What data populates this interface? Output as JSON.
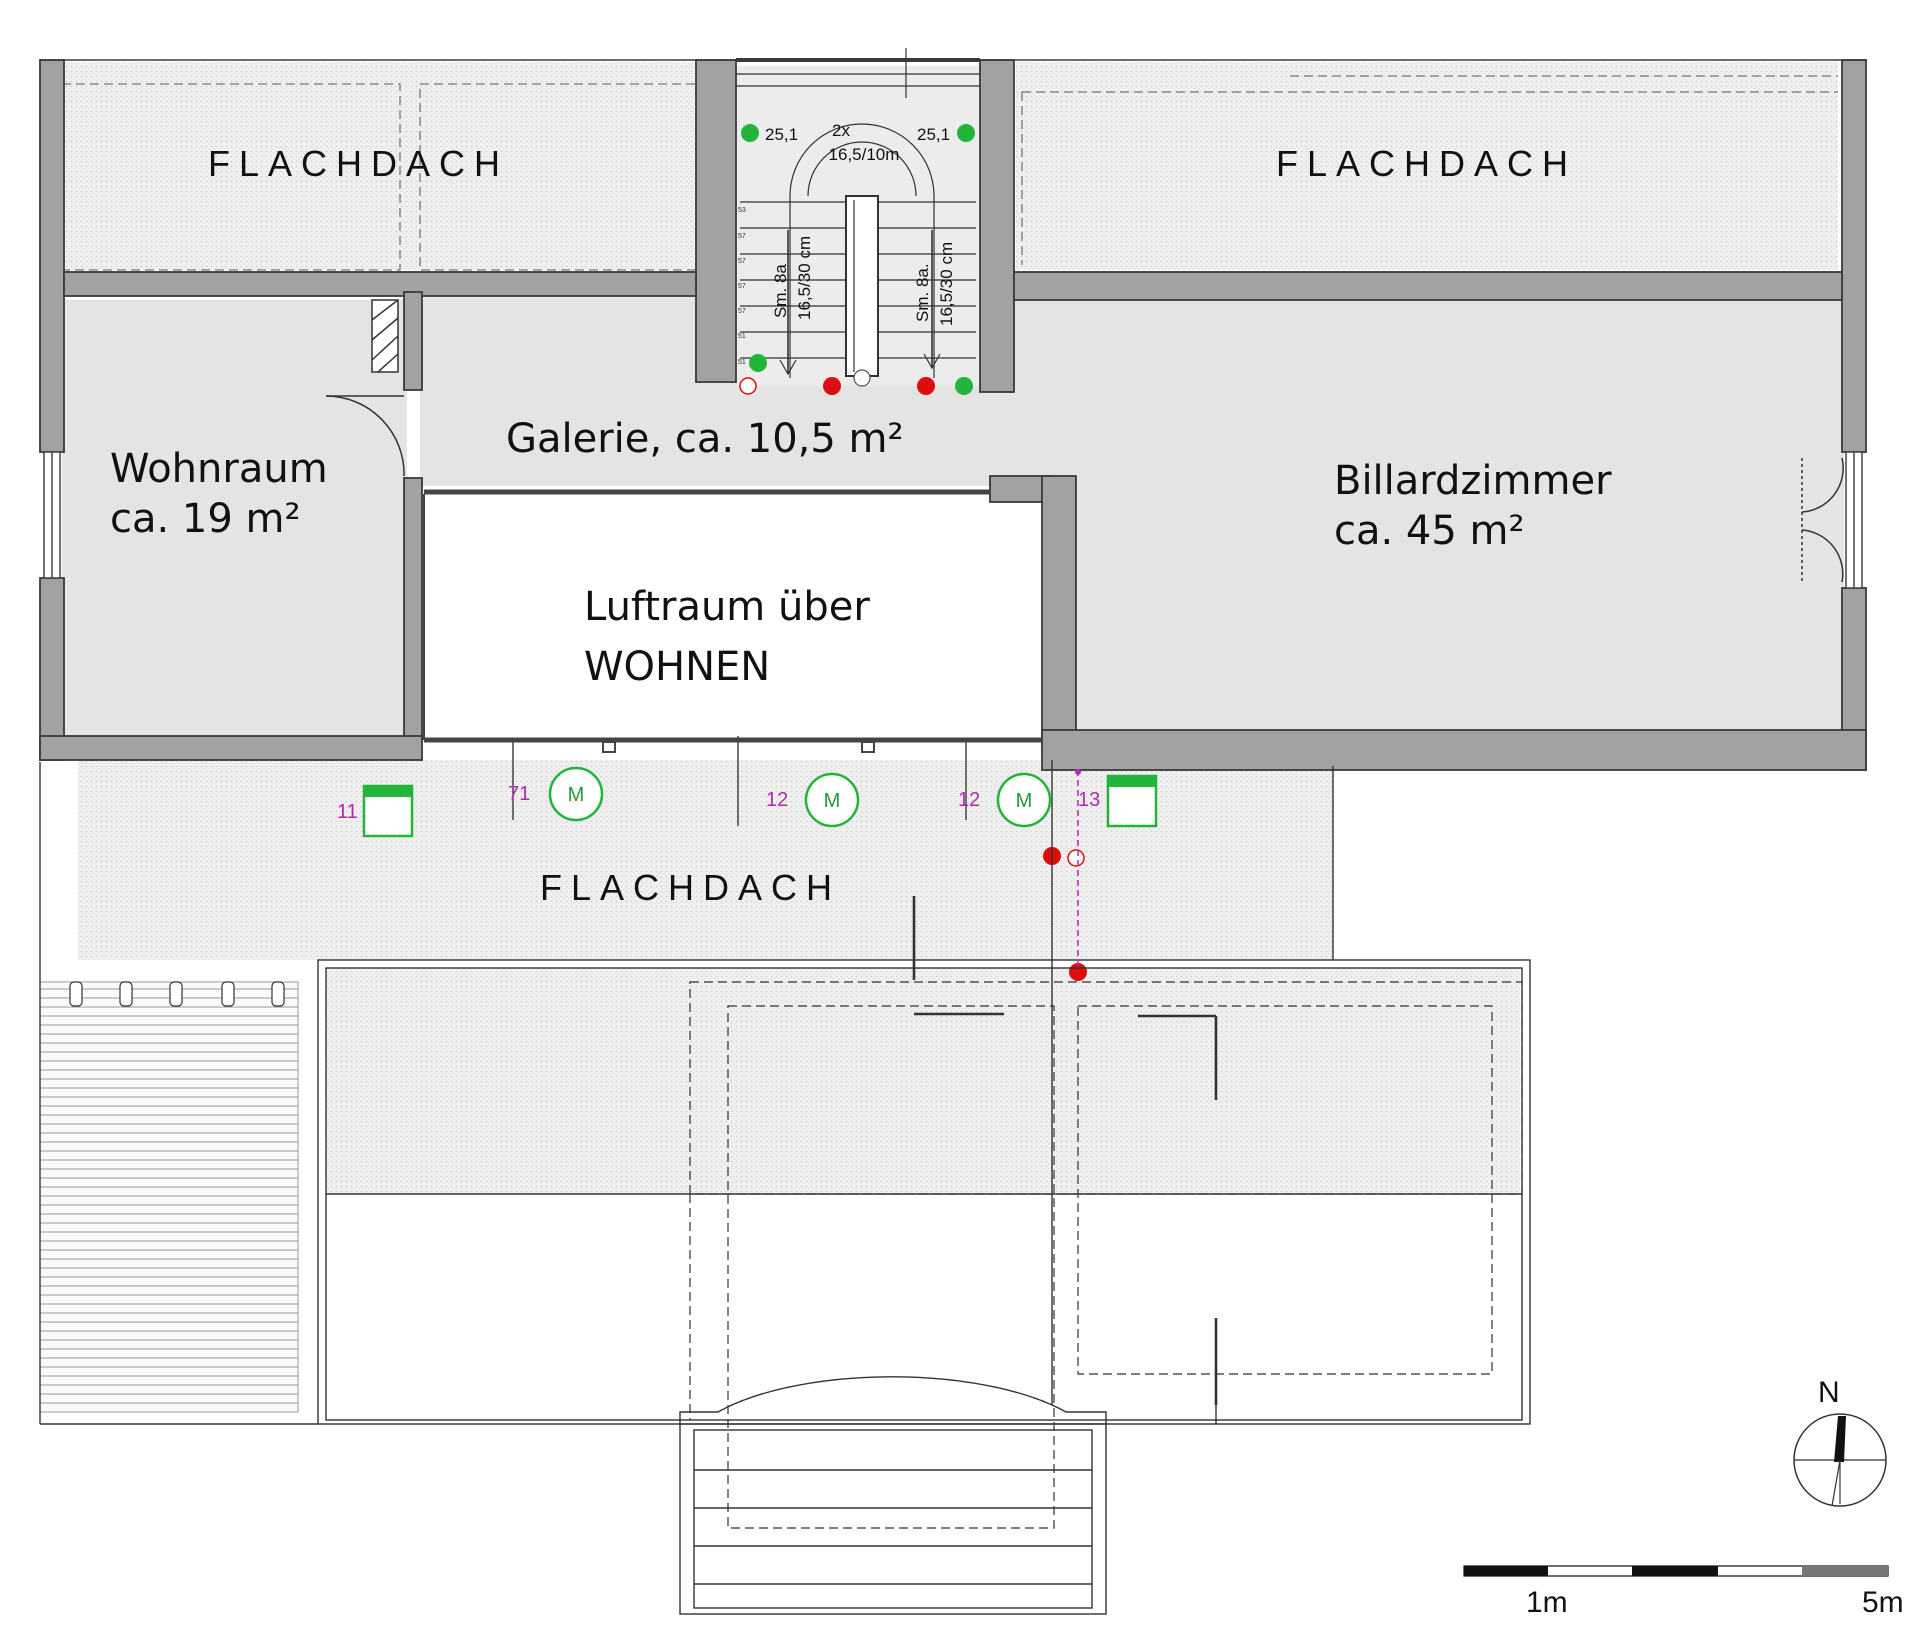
{
  "roof_labels": {
    "top_left": "FLACHDACH",
    "top_right": "FLACHDACH",
    "middle": "FLACHDACH"
  },
  "rooms": {
    "wohnraum": {
      "name": "Wohnraum",
      "area": "ca. 19 m²"
    },
    "galerie": {
      "label": "Galerie, ca. 10,5 m²"
    },
    "billard": {
      "name": "Billardzimmer",
      "area": "ca. 45 m²"
    },
    "luftraum": {
      "line1": "Luftraum über",
      "line2": "WOHNEN"
    }
  },
  "stair": {
    "spec_line1": "2x",
    "spec_line2": "16,5/10m",
    "level_left": "25,1",
    "level_right": "25,1",
    "left_flight_a": "Sm. 8a",
    "left_flight_b": "16,5/30 cm",
    "right_flight_a": "Sm. 8a.",
    "right_flight_b": "16,5/30 cm",
    "step_numbers": [
      "53",
      "57",
      "57",
      "57",
      "57",
      "51",
      "51"
    ]
  },
  "roof_markers": {
    "num_11": "11",
    "num_71": "71",
    "num_12a": "12",
    "num_12b": "12",
    "num_13": "13",
    "motor_letter": "M"
  },
  "north": {
    "label": "N"
  },
  "scale": {
    "left_label": "1m",
    "right_label": "5m"
  },
  "colors": {
    "wall": "#a2a2a2",
    "room_fill": "#e4e4e4",
    "roof_texture": "#ececec",
    "marker_green": "#22b53a",
    "marker_red": "#dd0d0d",
    "annotation_magenta": "#b02cb0"
  }
}
